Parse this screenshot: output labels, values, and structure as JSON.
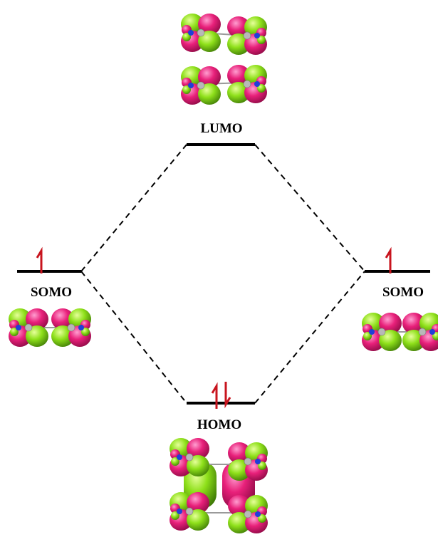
{
  "labels": {
    "lumo": "LUMO",
    "homo": "HOMO",
    "somo_left": "SOMO",
    "somo_right": "SOMO"
  },
  "colors": {
    "lobe_pink": "#e8207a",
    "lobe_green": "#8ee01a",
    "electron_arrow": "#c8141e",
    "level_line": "#000000",
    "atom_carbon": "#b8b8b8",
    "atom_nitrogen": "#1f3fd8"
  },
  "electrons": {
    "somo_left": "spin-up",
    "somo_right": "spin-up",
    "homo": "paired",
    "lumo": "empty"
  }
}
